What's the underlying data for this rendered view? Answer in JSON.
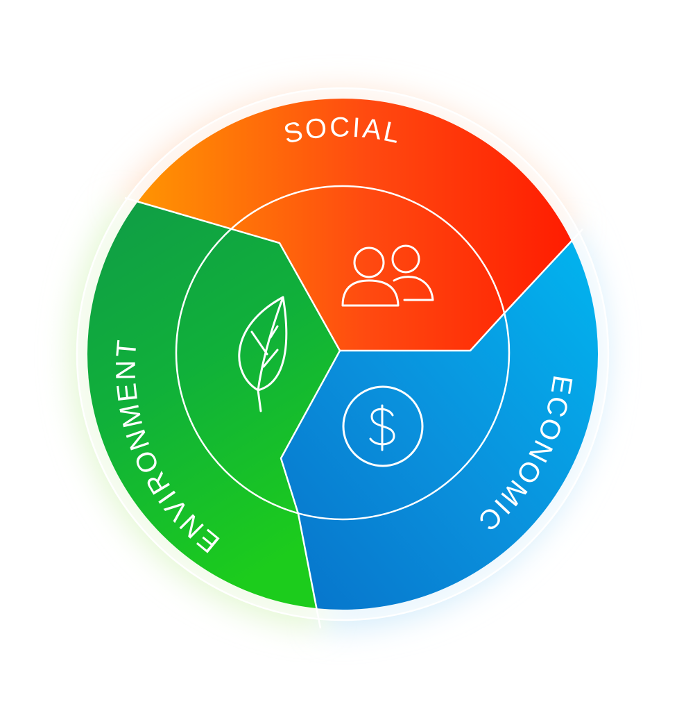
{
  "segments": {
    "social": {
      "label": "SOCIAL",
      "icon": "people-icon",
      "colors": [
        "#ff9f00",
        "#ff4a10",
        "#ff1a00"
      ]
    },
    "economic": {
      "label": "ECONOMIC",
      "icon": "dollar-icon",
      "colors": [
        "#00baf2",
        "#0a90dc",
        "#0670c8"
      ]
    },
    "environment": {
      "label": "ENVIRONMENT",
      "icon": "leaf-icon",
      "colors": [
        "#109a48",
        "#10b03a",
        "#1ccc1c"
      ]
    }
  },
  "glow_colors": {
    "social": "#ffe2cf",
    "economic": "#d3ecfb",
    "environment": "#e3f7d2"
  }
}
